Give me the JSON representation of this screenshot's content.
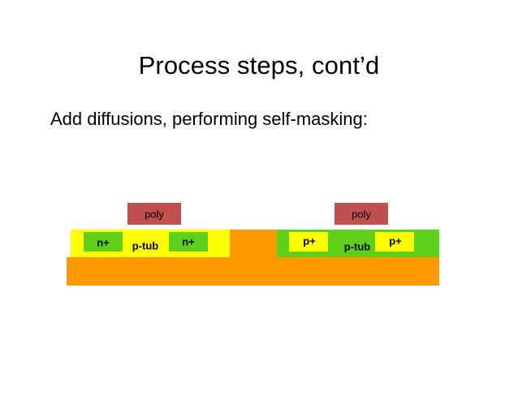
{
  "slide": {
    "title": "Process steps, cont’d",
    "subtitle": "Add diffusions, performing self-masking:"
  },
  "colors": {
    "substrate_orange": "#FF9900",
    "ntub_green": "#5FD019",
    "ptub_yellow": "#FFFF00",
    "poly_red": "#C0504D",
    "background": "#FFFFFF",
    "text": "#000000"
  },
  "diagram": {
    "name": "cmos-cross-section",
    "substrate": {
      "label": "",
      "color": "#FF9900"
    },
    "gates": [
      {
        "label": "poly",
        "side": "left"
      },
      {
        "label": "poly",
        "side": "right"
      }
    ],
    "left_device": {
      "tub_label": "p-tub",
      "tub_color": "#FFFF00",
      "diffusion_color": "#5FD019",
      "diffusions": [
        {
          "label": "n+"
        },
        {
          "label": "n+"
        }
      ]
    },
    "right_device": {
      "tub_label": "p-tub",
      "tub_color": "#5FD019",
      "diffusion_color": "#FFFF00",
      "diffusions": [
        {
          "label": "p+"
        },
        {
          "label": "p+"
        }
      ]
    }
  }
}
